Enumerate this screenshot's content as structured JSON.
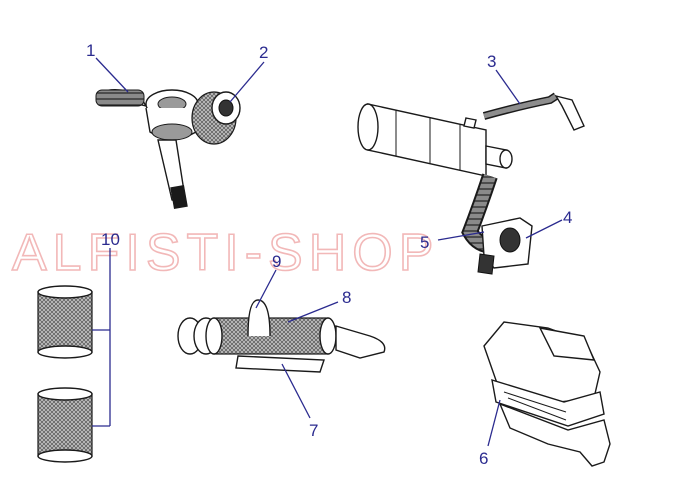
{
  "watermark": "ALFISTI-SHOP",
  "callouts": [
    {
      "label": "1"
    },
    {
      "label": "2"
    },
    {
      "label": "3"
    },
    {
      "label": "4"
    },
    {
      "label": "5"
    },
    {
      "label": "6"
    },
    {
      "label": "7"
    },
    {
      "label": "8"
    },
    {
      "label": "9"
    },
    {
      "label": "10"
    }
  ],
  "colors": {
    "callout": "#2b2b8f",
    "watermark": "#f2b8b8",
    "line_art": "#1a1a1a"
  }
}
